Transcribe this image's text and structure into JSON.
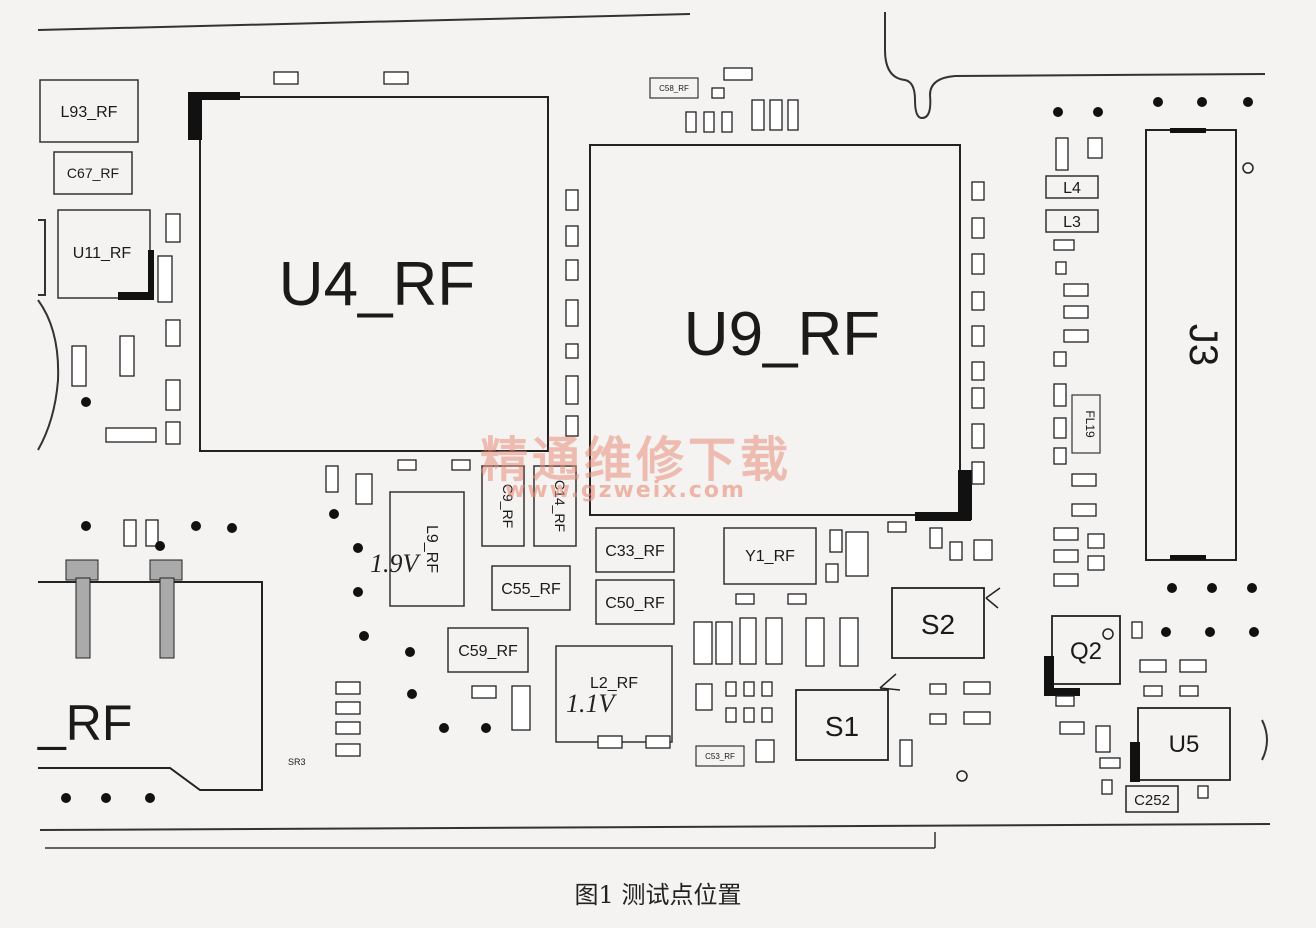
{
  "figure_caption": "图1 测试点位置",
  "watermark": {
    "text": "精通维修下载",
    "url": "www.gzweix.com"
  },
  "components": {
    "u4": "U4_RF",
    "u9": "U9_RF",
    "j3": "J3",
    "rf_big": "_RF",
    "l93": "L93_RF",
    "c67": "C67_RF",
    "u11": "U11_RF",
    "l4": "L4",
    "l3": "L3",
    "fl19": "FL19",
    "c33": "C33_RF",
    "c55": "C55_RF",
    "c50": "C50_RF",
    "c59": "C59_RF",
    "y1": "Y1_RF",
    "l2": "L2_RF",
    "s1": "S1",
    "s2": "S2",
    "q2": "Q2",
    "u5": "U5",
    "c252": "C252",
    "c9": "C9_RF",
    "c14": "C14_RF",
    "l9": "L9_RF",
    "c58": "C58_RF",
    "c53": "C53_RF",
    "sr3": "SR3"
  },
  "annotations": {
    "l9_hand": "1.9V",
    "l2_hand": "1.1V"
  }
}
